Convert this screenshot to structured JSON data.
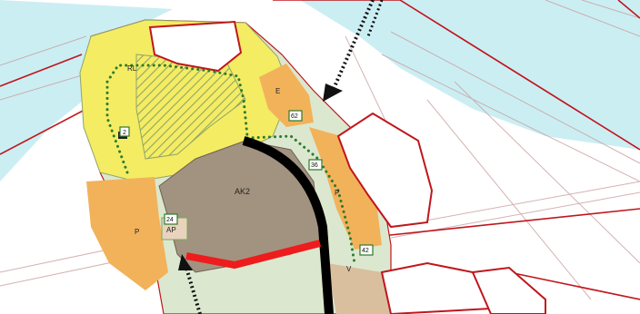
{
  "map": {
    "colors": {
      "water": "#cbeef3",
      "land": "#ffffff",
      "residential_yellow": "#f4ec63",
      "parking_orange": "#f2b25a",
      "central_brown": "#a29380",
      "green_light": "#dbe8cf",
      "plan_boundary": "#c0161c",
      "road_red": "#ee1c1c",
      "dotted_path": "#2c7a2c",
      "black_road": "#000000"
    },
    "area_labels": {
      "rl": "RL",
      "ak2": "AK2",
      "ap": "AP",
      "p_left": "P",
      "p_right": "P",
      "e": "E",
      "v": "V"
    },
    "badges": {
      "b1": "62",
      "b2": "36",
      "b3": "24",
      "b4": "2",
      "b5": "42"
    },
    "icons": [
      "north-arrow-icon",
      "entry-arrow-icon",
      "access-arrow-icon"
    ]
  }
}
